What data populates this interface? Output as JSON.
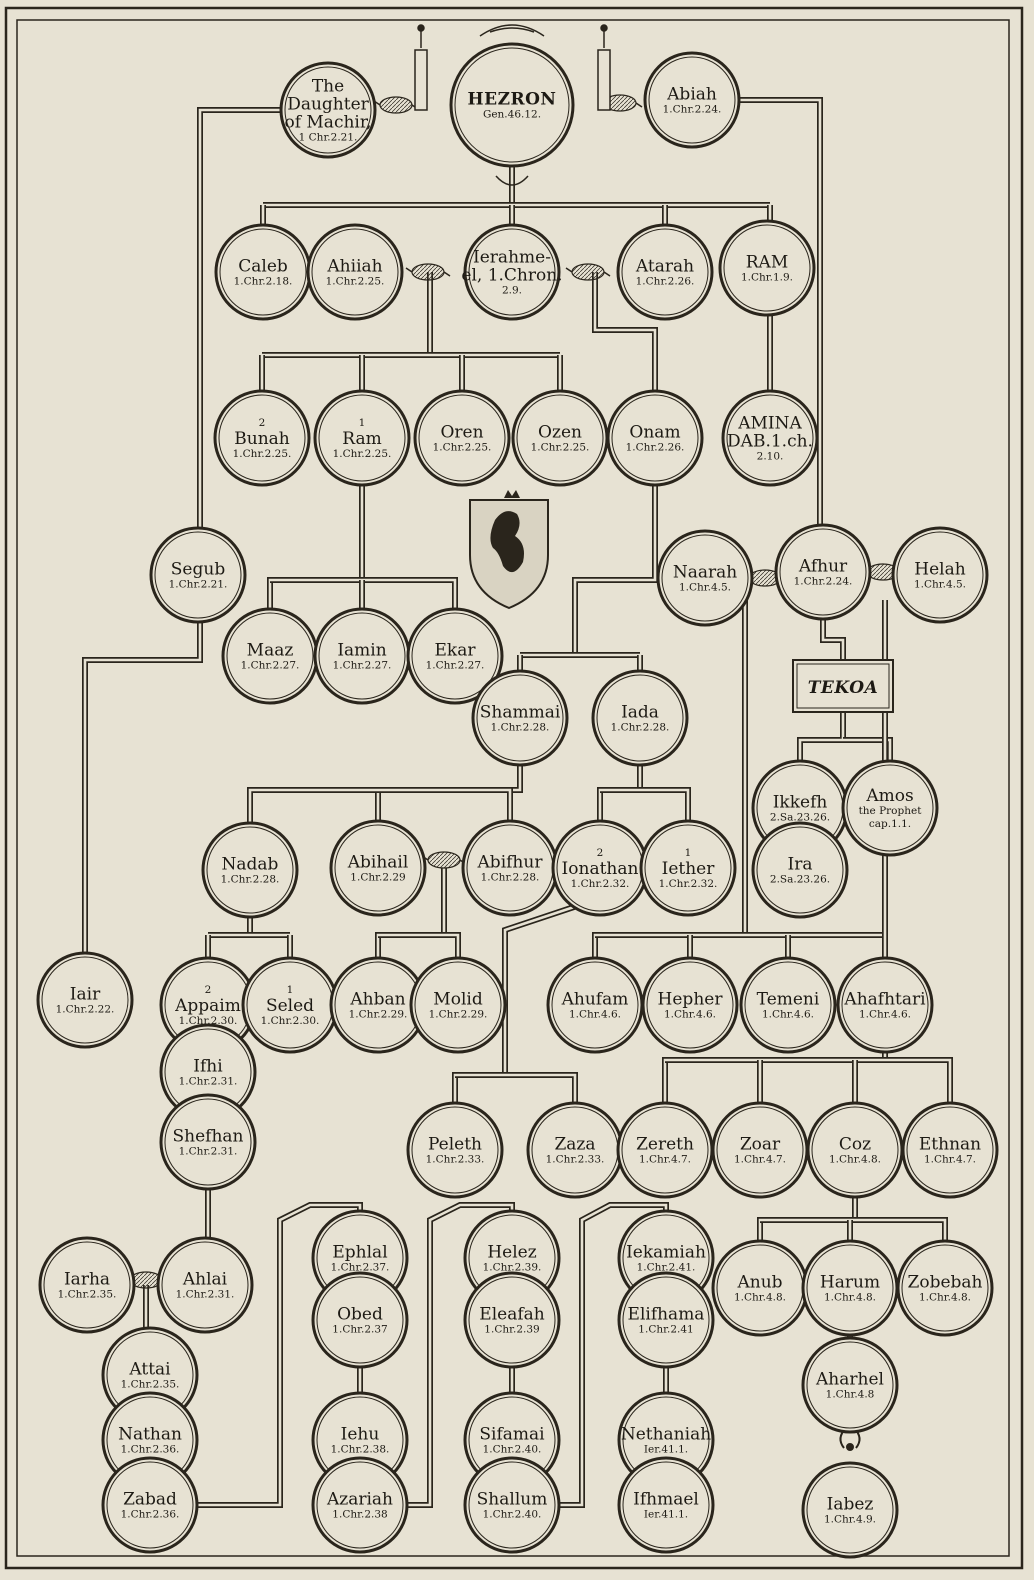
{
  "nodes": {
    "daughter_of_machir": {
      "lines": [
        "The",
        "Daughter",
        "of Machir,"
      ],
      "ref": "1 Chr.2.21."
    },
    "hezron": {
      "name": "HEZRON",
      "ref": "Gen.46.12."
    },
    "abiah": {
      "name": "Abiah",
      "ref": "1.Chr.2.24."
    },
    "caleb": {
      "name": "Caleb",
      "ref": "1.Chr.2.18."
    },
    "ahiiah": {
      "name": "Ahiiah",
      "ref": "1.Chr.2.25."
    },
    "ierahmeel": {
      "lines": [
        "Ierahme-",
        "el, 1.Chron."
      ],
      "ref": "2.9."
    },
    "atarah": {
      "name": "Atarah",
      "ref": "1.Chr.2.26."
    },
    "ram_top": {
      "name": "RAM",
      "ref": "1.Chr.1.9."
    },
    "bunah": {
      "num": "2",
      "name": "Bunah",
      "ref": "1.Chr.2.25."
    },
    "ram": {
      "num": "1",
      "name": "Ram",
      "ref": "1.Chr.2.25."
    },
    "oren": {
      "name": "Oren",
      "ref": "1.Chr.2.25."
    },
    "ozen": {
      "name": "Ozen",
      "ref": "1.Chr.2.25."
    },
    "onam": {
      "name": "Onam",
      "ref": "1.Chr.2.26."
    },
    "aminadab": {
      "lines": [
        "AMINA",
        "DAB.1.ch."
      ],
      "ref": "2.10."
    },
    "segub": {
      "name": "Segub",
      "ref": "1.Chr.2.21."
    },
    "naarah": {
      "name": "Naarah",
      "ref": "1.Chr.4.5."
    },
    "ashur": {
      "name": "Afhur",
      "ref": "1.Chr.2.24."
    },
    "helah": {
      "name": "Helah",
      "ref": "1.Chr.4.5."
    },
    "maaz": {
      "name": "Maaz",
      "ref": "1.Chr.2.27."
    },
    "iamin": {
      "name": "Iamin",
      "ref": "1.Chr.2.27."
    },
    "ekar": {
      "name": "Ekar",
      "ref": "1.Chr.2.27."
    },
    "shammai": {
      "name": "Shammai",
      "ref": "1.Chr.2.28."
    },
    "iada": {
      "name": "Iada",
      "ref": "1.Chr.2.28."
    },
    "tekoa": {
      "name": "TEKOA"
    },
    "ikkesh": {
      "name": "Ikkefh",
      "ref": "2.Sa.23.26."
    },
    "amos": {
      "name": "Amos",
      "lines": [
        "the Prophet"
      ],
      "ref": "cap.1.1."
    },
    "ira": {
      "name": "Ira",
      "ref": "2.Sa.23.26."
    },
    "nadab": {
      "name": "Nadab",
      "ref": "1.Chr.2.28."
    },
    "abihail": {
      "name": "Abihail",
      "ref": "1.Chr.2.29"
    },
    "abishur": {
      "name": "Abifhur",
      "ref": "1.Chr.2.28."
    },
    "ionathan": {
      "num": "2",
      "name": "Ionathan",
      "ref": "1.Chr.2.32."
    },
    "iether": {
      "num": "1",
      "name": "Iether",
      "ref": "1.Chr.2.32."
    },
    "iair": {
      "name": "Iair",
      "ref": "1.Chr.2.22."
    },
    "appaim": {
      "num": "2",
      "name": "Appaim",
      "ref": "1.Chr.2.30."
    },
    "seled": {
      "num": "1",
      "name": "Seled",
      "ref": "1.Chr.2.30."
    },
    "ahban": {
      "name": "Ahban",
      "ref": "1.Chr.2.29."
    },
    "molid": {
      "name": "Molid",
      "ref": "1.Chr.2.29."
    },
    "ahuzam": {
      "name": "Ahufam",
      "ref": "1.Chr.4.6."
    },
    "hepher": {
      "name": "Hepher",
      "ref": "1.Chr.4.6."
    },
    "temeni": {
      "name": "Temeni",
      "ref": "1.Chr.4.6."
    },
    "ahashtari": {
      "name": "Ahafhtari",
      "ref": "1.Chr.4.6."
    },
    "ishi": {
      "name": "Ifhi",
      "ref": "1.Chr.2.31."
    },
    "sheshan": {
      "name": "Shefhan",
      "ref": "1.Chr.2.31."
    },
    "peleth": {
      "name": "Peleth",
      "ref": "1.Chr.2.33."
    },
    "zaza": {
      "name": "Zaza",
      "ref": "1.Chr.2.33."
    },
    "zereth": {
      "name": "Zereth",
      "ref": "1.Chr.4.7."
    },
    "zoar": {
      "name": "Zoar",
      "ref": "1.Chr.4.7."
    },
    "coz": {
      "name": "Coz",
      "ref": "1.Chr.4.8."
    },
    "ethnan": {
      "name": "Ethnan",
      "ref": "1.Chr.4.7."
    },
    "iarha": {
      "name": "Iarha",
      "ref": "1.Chr.2.35."
    },
    "ahlai": {
      "name": "Ahlai",
      "ref": "1.Chr.2.31."
    },
    "ephlal": {
      "name": "Ephlal",
      "ref": "1.Chr.2.37."
    },
    "obed": {
      "name": "Obed",
      "ref": "1.Chr.2.37"
    },
    "helez": {
      "name": "Helez",
      "ref": "1.Chr.2.39."
    },
    "eleasah": {
      "name": "Eleafah",
      "ref": "1.Chr.2.39"
    },
    "iekamiah": {
      "name": "Iekamiah",
      "ref": "1.Chr.2.41."
    },
    "elishama": {
      "name": "Elifhama",
      "ref": "1.Chr.2.41"
    },
    "anub": {
      "name": "Anub",
      "ref": "1.Chr.4.8."
    },
    "harum": {
      "name": "Harum",
      "ref": "1.Chr.4.8."
    },
    "zobebah": {
      "name": "Zobebah",
      "ref": "1.Chr.4.8."
    },
    "aharhel": {
      "name": "Aharhel",
      "ref": "1.Chr.4.8"
    },
    "attai": {
      "name": "Attai",
      "ref": "1.Chr.2.35."
    },
    "nathan": {
      "name": "Nathan",
      "ref": "1.Chr.2.36."
    },
    "zabad": {
      "name": "Zabad",
      "ref": "1.Chr.2.36."
    },
    "iehu": {
      "name": "Iehu",
      "ref": "1.Chr.2.38."
    },
    "azariah": {
      "name": "Azariah",
      "ref": "1.Chr.2.38"
    },
    "sismai": {
      "name": "Sifamai",
      "ref": "1.Chr.2.40."
    },
    "shallum": {
      "name": "Shallum",
      "ref": "1.Chr.2.40."
    },
    "nethaniah": {
      "name": "Nethaniah",
      "ref": "Ier.41.1."
    },
    "ishmael": {
      "name": "Ifhmael",
      "ref": "Ier.41.1."
    },
    "iabez": {
      "name": "Iabez",
      "ref": "1.Chr.4.9."
    }
  }
}
